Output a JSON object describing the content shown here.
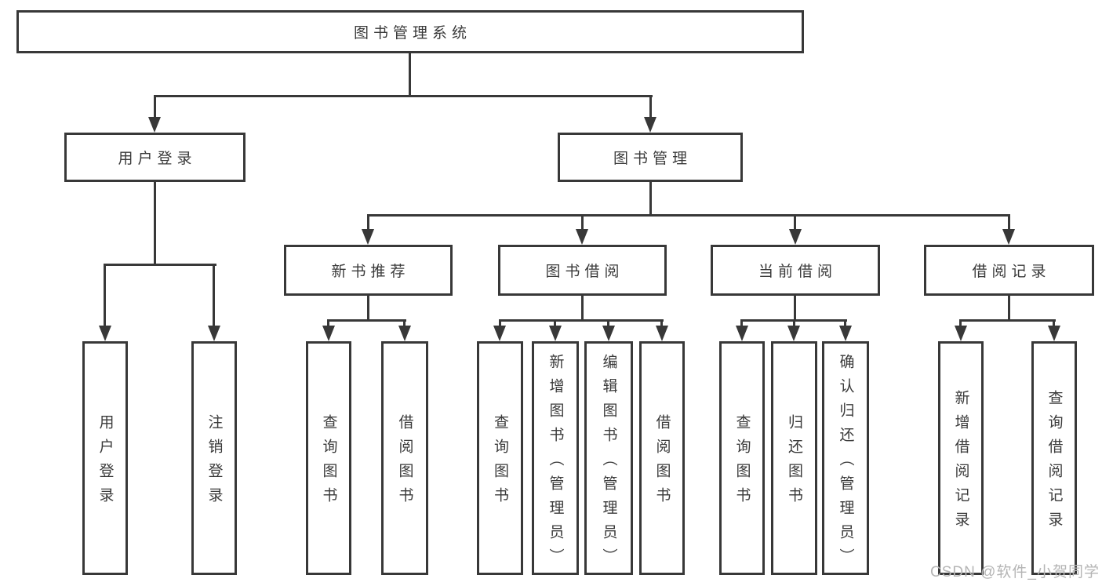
{
  "diagram": {
    "root": {
      "label": "图书管理系统",
      "children": [
        {
          "label": "用户登录",
          "children": [
            {
              "label": "用户登录"
            },
            {
              "label": "注销登录"
            }
          ]
        },
        {
          "label": "图书管理",
          "children": [
            {
              "label": "新书推荐",
              "children": [
                {
                  "label": "查询图书"
                },
                {
                  "label": "借阅图书"
                }
              ]
            },
            {
              "label": "图书借阅",
              "children": [
                {
                  "label": "查询图书"
                },
                {
                  "label": "新增图书（管理员）"
                },
                {
                  "label": "编辑图书（管理员）"
                },
                {
                  "label": "借阅图书"
                }
              ]
            },
            {
              "label": "当前借阅",
              "children": [
                {
                  "label": "查询图书"
                },
                {
                  "label": "归还图书"
                },
                {
                  "label": "确认归还（管理员）"
                }
              ]
            },
            {
              "label": "借阅记录",
              "children": [
                {
                  "label": "新增借阅记录"
                },
                {
                  "label": "查询借阅记录"
                }
              ]
            }
          ]
        }
      ]
    }
  },
  "watermark": {
    "text": "CSDN @软件_小贺同学"
  },
  "colors": {
    "line": "#383838",
    "text": "#3a3a3a",
    "watermark": "#b5b5b5",
    "background": "#ffffff"
  }
}
